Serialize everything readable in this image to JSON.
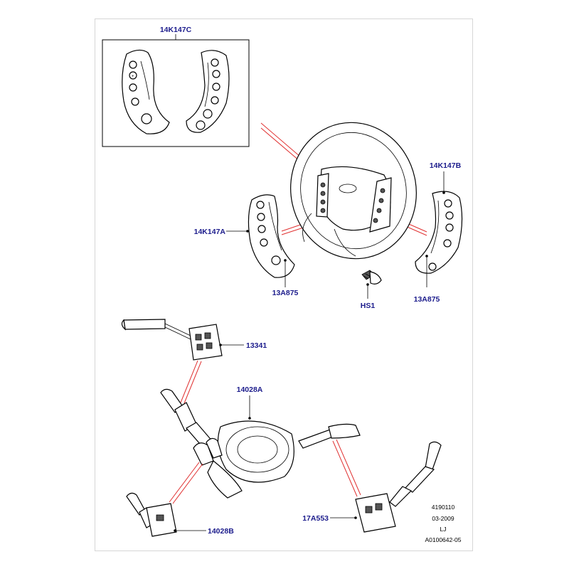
{
  "labels": {
    "switch_pack_set": "14K147C",
    "left_switch_pack": "14K147A",
    "right_switch_pack": "14K147B",
    "clip_left": "13A875",
    "clip_right": "13A875",
    "screw": "HS1",
    "cruise_switch": "13341",
    "steering_column_module": "14028A",
    "wiper_switch": "14028B",
    "indicator_switch": "17A553"
  },
  "reference_block": {
    "line1": "4190110",
    "line2": "03-2009",
    "line3": "LJ",
    "line4": "A0100642-05"
  },
  "colors": {
    "callout_text": "#1c1c8c",
    "leader_highlight": "#e03030",
    "linework": "#000000"
  }
}
